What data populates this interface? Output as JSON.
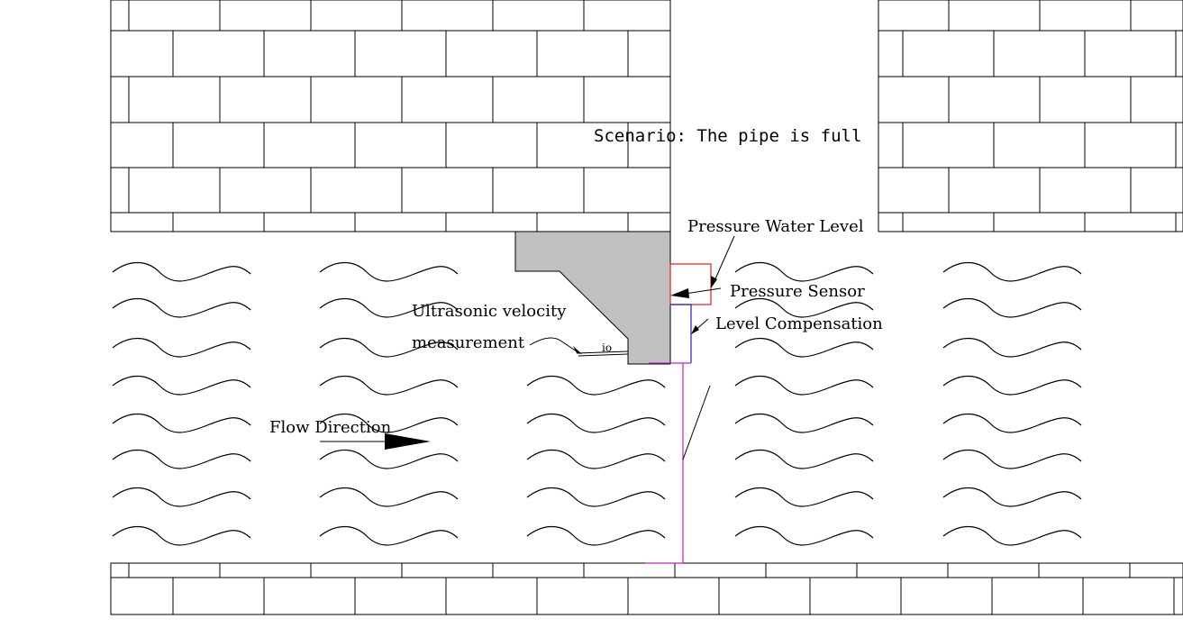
{
  "scenario_title": "Scenario: The pipe is full",
  "labels": {
    "pressure_water_level": "Pressure Water Level",
    "pressure_sensor": "Pressure Sensor",
    "level_compensation": "Level Compensation",
    "ultrasonic_line1": "Ultrasonic velocity",
    "ultrasonic_line2": "measurement",
    "flow_direction": "Flow Direction"
  },
  "colors": {
    "line": "#000000",
    "bracket_fill": "#c0c0c0",
    "pressure_sensor_box": "#e02020",
    "level_compensation_line": "#2020c0",
    "sensor_cable": "#c020c0"
  },
  "icons": {
    "flow_arrow": "arrow-right-icon",
    "sensor_pointer": "arrow-left-icon"
  }
}
